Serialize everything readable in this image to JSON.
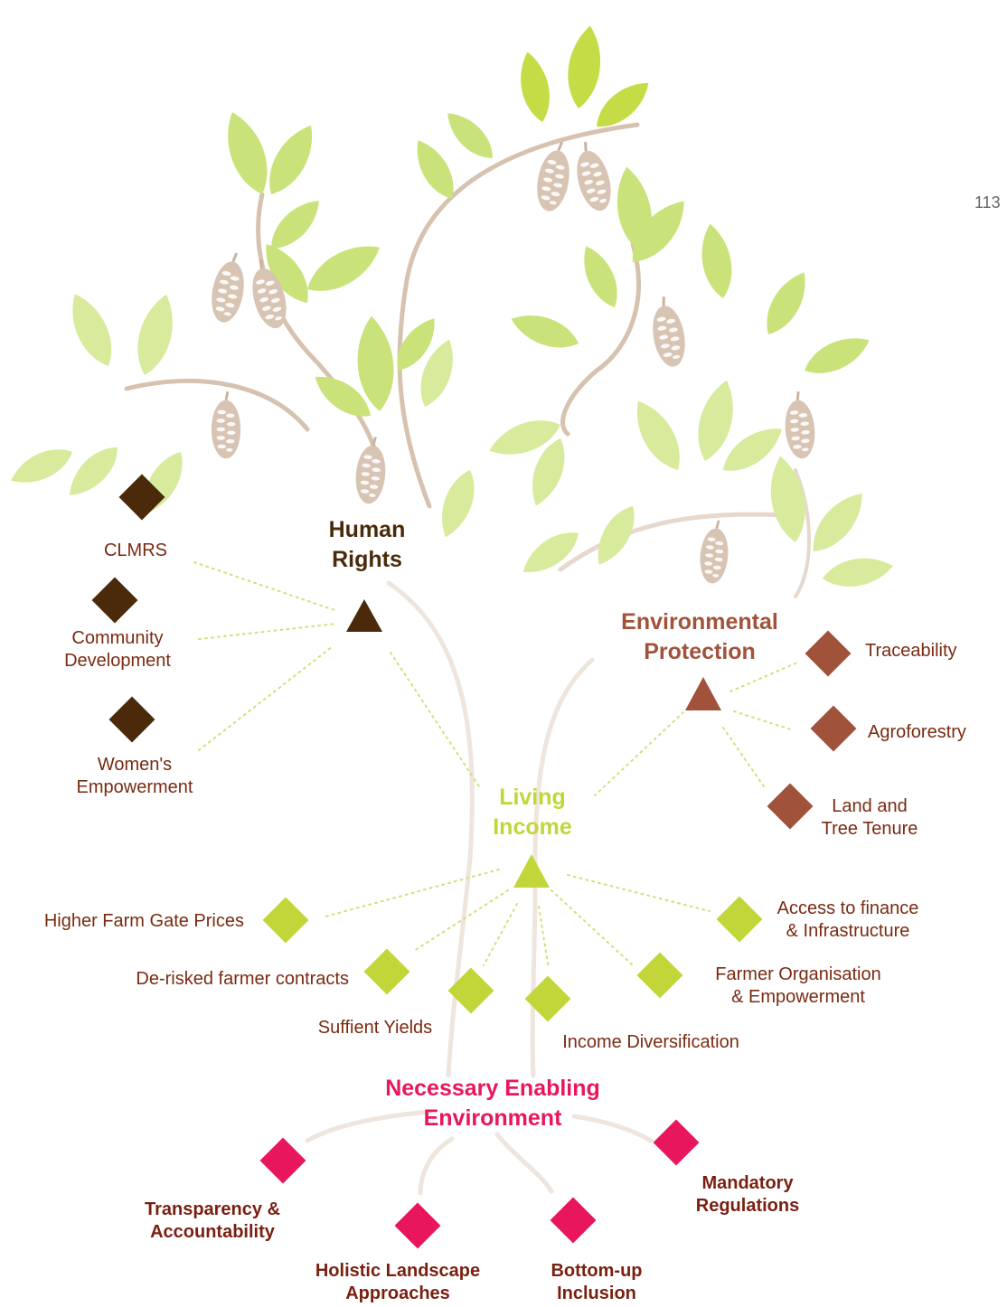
{
  "page_number": "113",
  "colors": {
    "human_rights": "#4a2a0a",
    "environment": "#a0523a",
    "living_income": "#c2d63a",
    "enabling": "#e8175d",
    "label_text": "#7a2a12",
    "leaf_light": "#d8ea9c",
    "leaf_mid": "#c9e37a",
    "leaf_bright": "#c5dc46",
    "branch": "#d7c2b0",
    "pod": "#d8c4b3"
  },
  "pillars": {
    "human_rights": [
      "Human",
      "Rights"
    ],
    "environmental_protection": [
      "Environmental",
      "Protection"
    ],
    "living_income": [
      "Living",
      "Income"
    ],
    "enabling_environment": [
      "Necessary Enabling",
      "Environment"
    ]
  },
  "human_rights_items": {
    "clmrs": [
      "CLMRS"
    ],
    "community_development": [
      "Community",
      "Development"
    ],
    "womens_empowerment": [
      "Women's",
      "Empowerment"
    ]
  },
  "environment_items": {
    "traceability": [
      "Traceability"
    ],
    "agroforestry": [
      "Agroforestry"
    ],
    "land_tree_tenure": [
      "Land and",
      "Tree Tenure"
    ]
  },
  "living_income_items": {
    "higher_farm_gate_prices": [
      "Higher Farm Gate Prices"
    ],
    "derisked_contracts": [
      "De-risked farmer contracts"
    ],
    "suffient_yields": [
      "Suffient Yields"
    ],
    "income_diversification": [
      "Income Diversification"
    ],
    "farmer_organisation": [
      "Farmer Organisation",
      "& Empowerment"
    ],
    "access_finance": [
      "Access to finance",
      "& Infrastructure"
    ]
  },
  "enabling_items": {
    "transparency": [
      "Transparency &",
      "Accountability"
    ],
    "holistic_landscape": [
      "Holistic Landscape",
      "Approaches"
    ],
    "bottom_up": [
      "Bottom-up",
      "Inclusion"
    ],
    "mandatory_regulations": [
      "Mandatory",
      "Regulations"
    ]
  }
}
